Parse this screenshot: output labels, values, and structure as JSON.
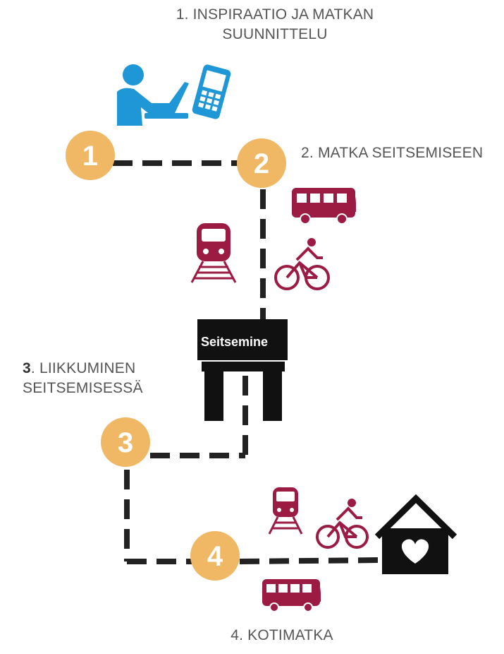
{
  "steps": [
    {
      "number": "1",
      "title_line1": "1. INSPIRAATIO JA MATKAN",
      "title_line2": "SUUNNITTELU"
    },
    {
      "number": "2",
      "title": "2. MATKA SEITSEMISEEN"
    },
    {
      "number": "3",
      "title_bold": "3",
      "title_line1_rest": ". LIIKKUMINEN",
      "title_line2": "SEITSEMISESSÄ"
    },
    {
      "number": "4",
      "title": "4. KOTIMATKA"
    }
  ],
  "station": {
    "label": "Seitsemine"
  },
  "colors": {
    "badge": "#f0b865",
    "transport": "#9b1b43",
    "planner": "#1f97d6",
    "path": "#222222",
    "station": "#111111",
    "label": "#555555"
  },
  "icons": [
    "person-laptop-icon",
    "mobile-phone-icon",
    "bus-icon",
    "train-icon",
    "bicycle-icon",
    "gate-icon",
    "home-heart-icon"
  ]
}
